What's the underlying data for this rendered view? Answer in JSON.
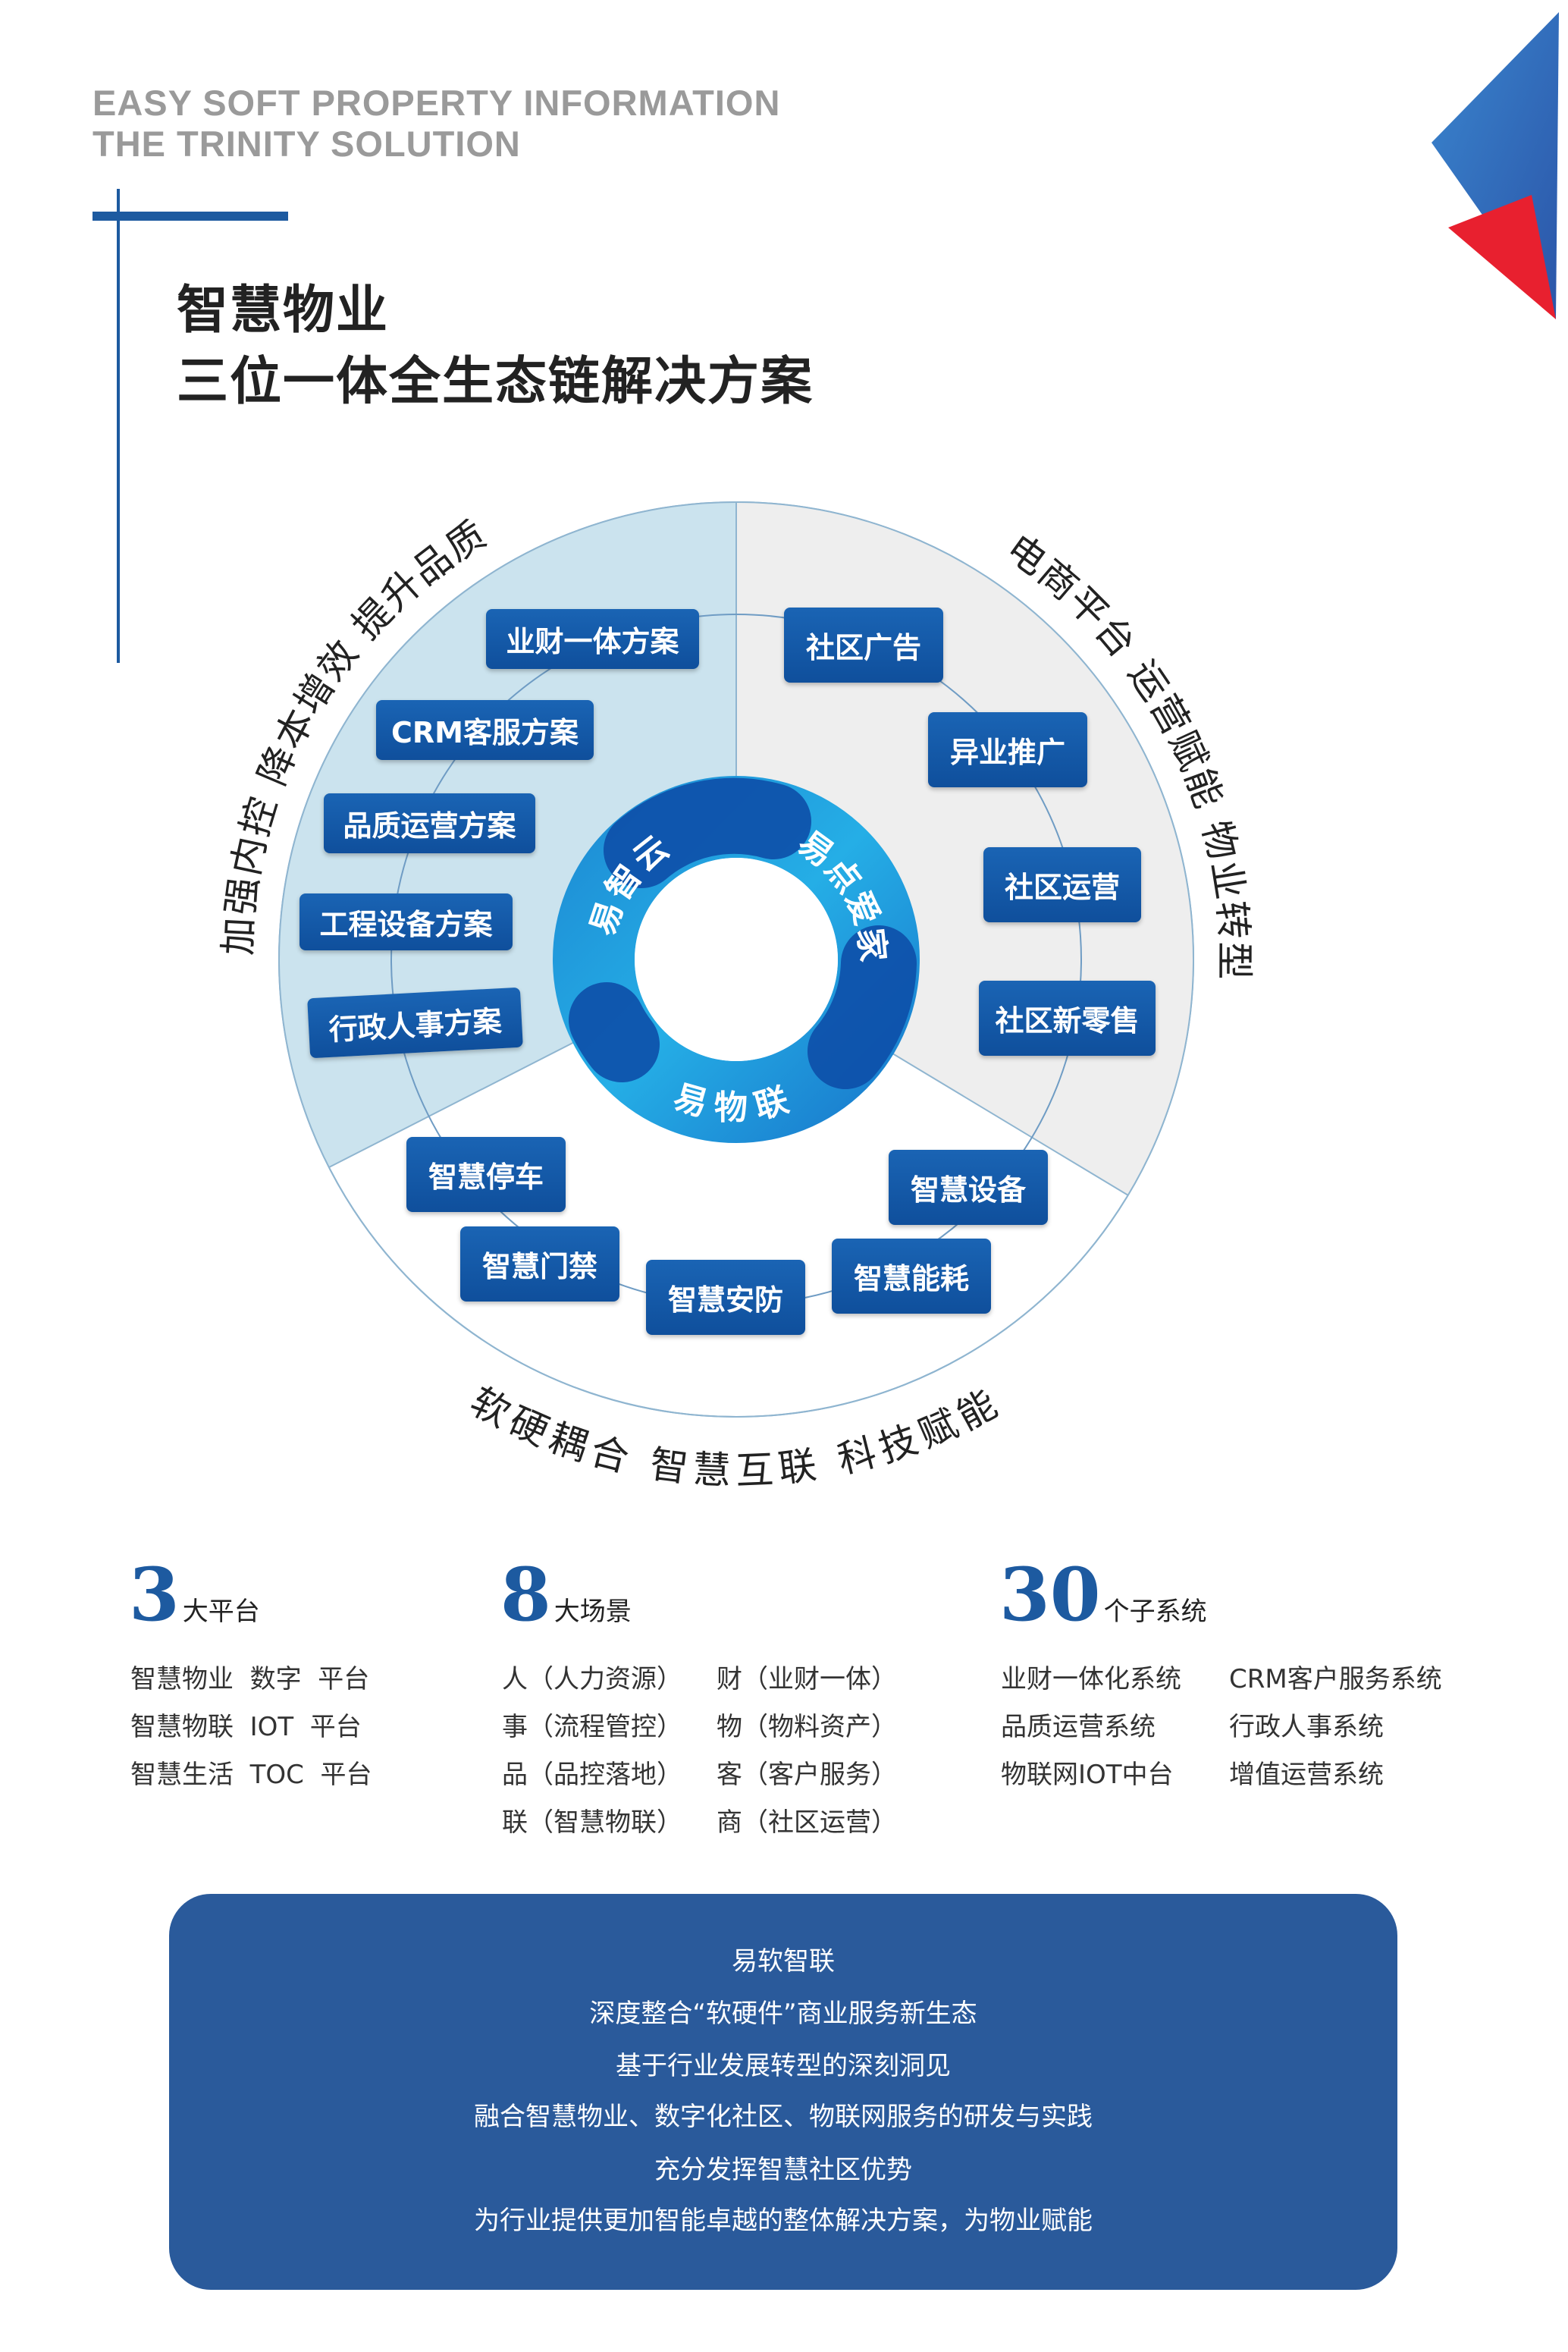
{
  "header": {
    "en_line1": "EASY SOFT PROPERTY INFORMATION",
    "en_line2": "THE TRINITY SOLUTION",
    "title_line1": "智慧物业",
    "title_line2": "三位一体全生态链解决方案"
  },
  "colors": {
    "brand_blue": "#1359a8",
    "accent_red": "#e8202f",
    "panel_blue": "#2a5a9b"
  },
  "diagram": {
    "arc_left": "加强内控 降本增效 提升品质",
    "arc_right": "电商平台 运营赋能 物业转型",
    "arc_bottom": "软硬耦合 智慧互联 科技赋能",
    "core": [
      "易智云",
      "易点爱家",
      "易物联"
    ],
    "boxes": [
      "业财一体方案",
      "CRM客服方案",
      "品质运营方案",
      "工程设备方案",
      "行政人事方案",
      "社区广告",
      "异业推广",
      "社区运营",
      "社区新零售",
      "智慧停车",
      "智慧门禁",
      "智慧安防",
      "智慧能耗",
      "智慧设备"
    ]
  },
  "stats": [
    {
      "num": "3",
      "label": "大平台",
      "rows": [
        "智慧物业  数字  平台",
        "智慧物联  IOT  平台",
        "智慧生活  TOC  平台"
      ]
    },
    {
      "num": "8",
      "label": "大场景",
      "rows": [
        "人（人力资源）",
        "事（流程管控）",
        "品（品控落地）",
        "联（智慧物联）"
      ],
      "rows2": [
        "财（业财一体）",
        "物（物料资产）",
        "客（客户服务）",
        "商（社区运营）"
      ]
    },
    {
      "num": "30",
      "label": "个子系统",
      "rows": [
        "业财一体化系统",
        "品质运营系统",
        "物联网IOT中台"
      ],
      "rows2": [
        "CRM客户服务系统",
        "行政人事系统",
        "增值运营系统"
      ]
    }
  ],
  "panel": {
    "lines": [
      "易软智联",
      "深度整合“软硬件”商业服务新生态",
      "基于行业发展转型的深刻洞见",
      "融合智慧物业、数字化社区、物联网服务的研发与实践",
      "充分发挥智慧社区优势",
      "为行业提供更加智能卓越的整体解决方案，为物业赋能"
    ]
  }
}
